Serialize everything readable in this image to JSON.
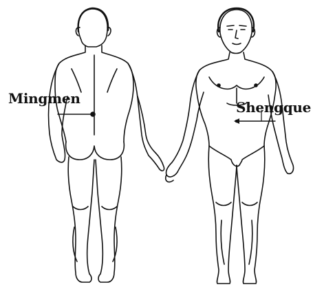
{
  "labels": {
    "left_point": "Mingmen",
    "right_point": "Shengque"
  },
  "figures": {
    "left": "back-view-body",
    "right": "front-view-body"
  },
  "colors": {
    "line": "#111111",
    "background": "#ffffff"
  }
}
